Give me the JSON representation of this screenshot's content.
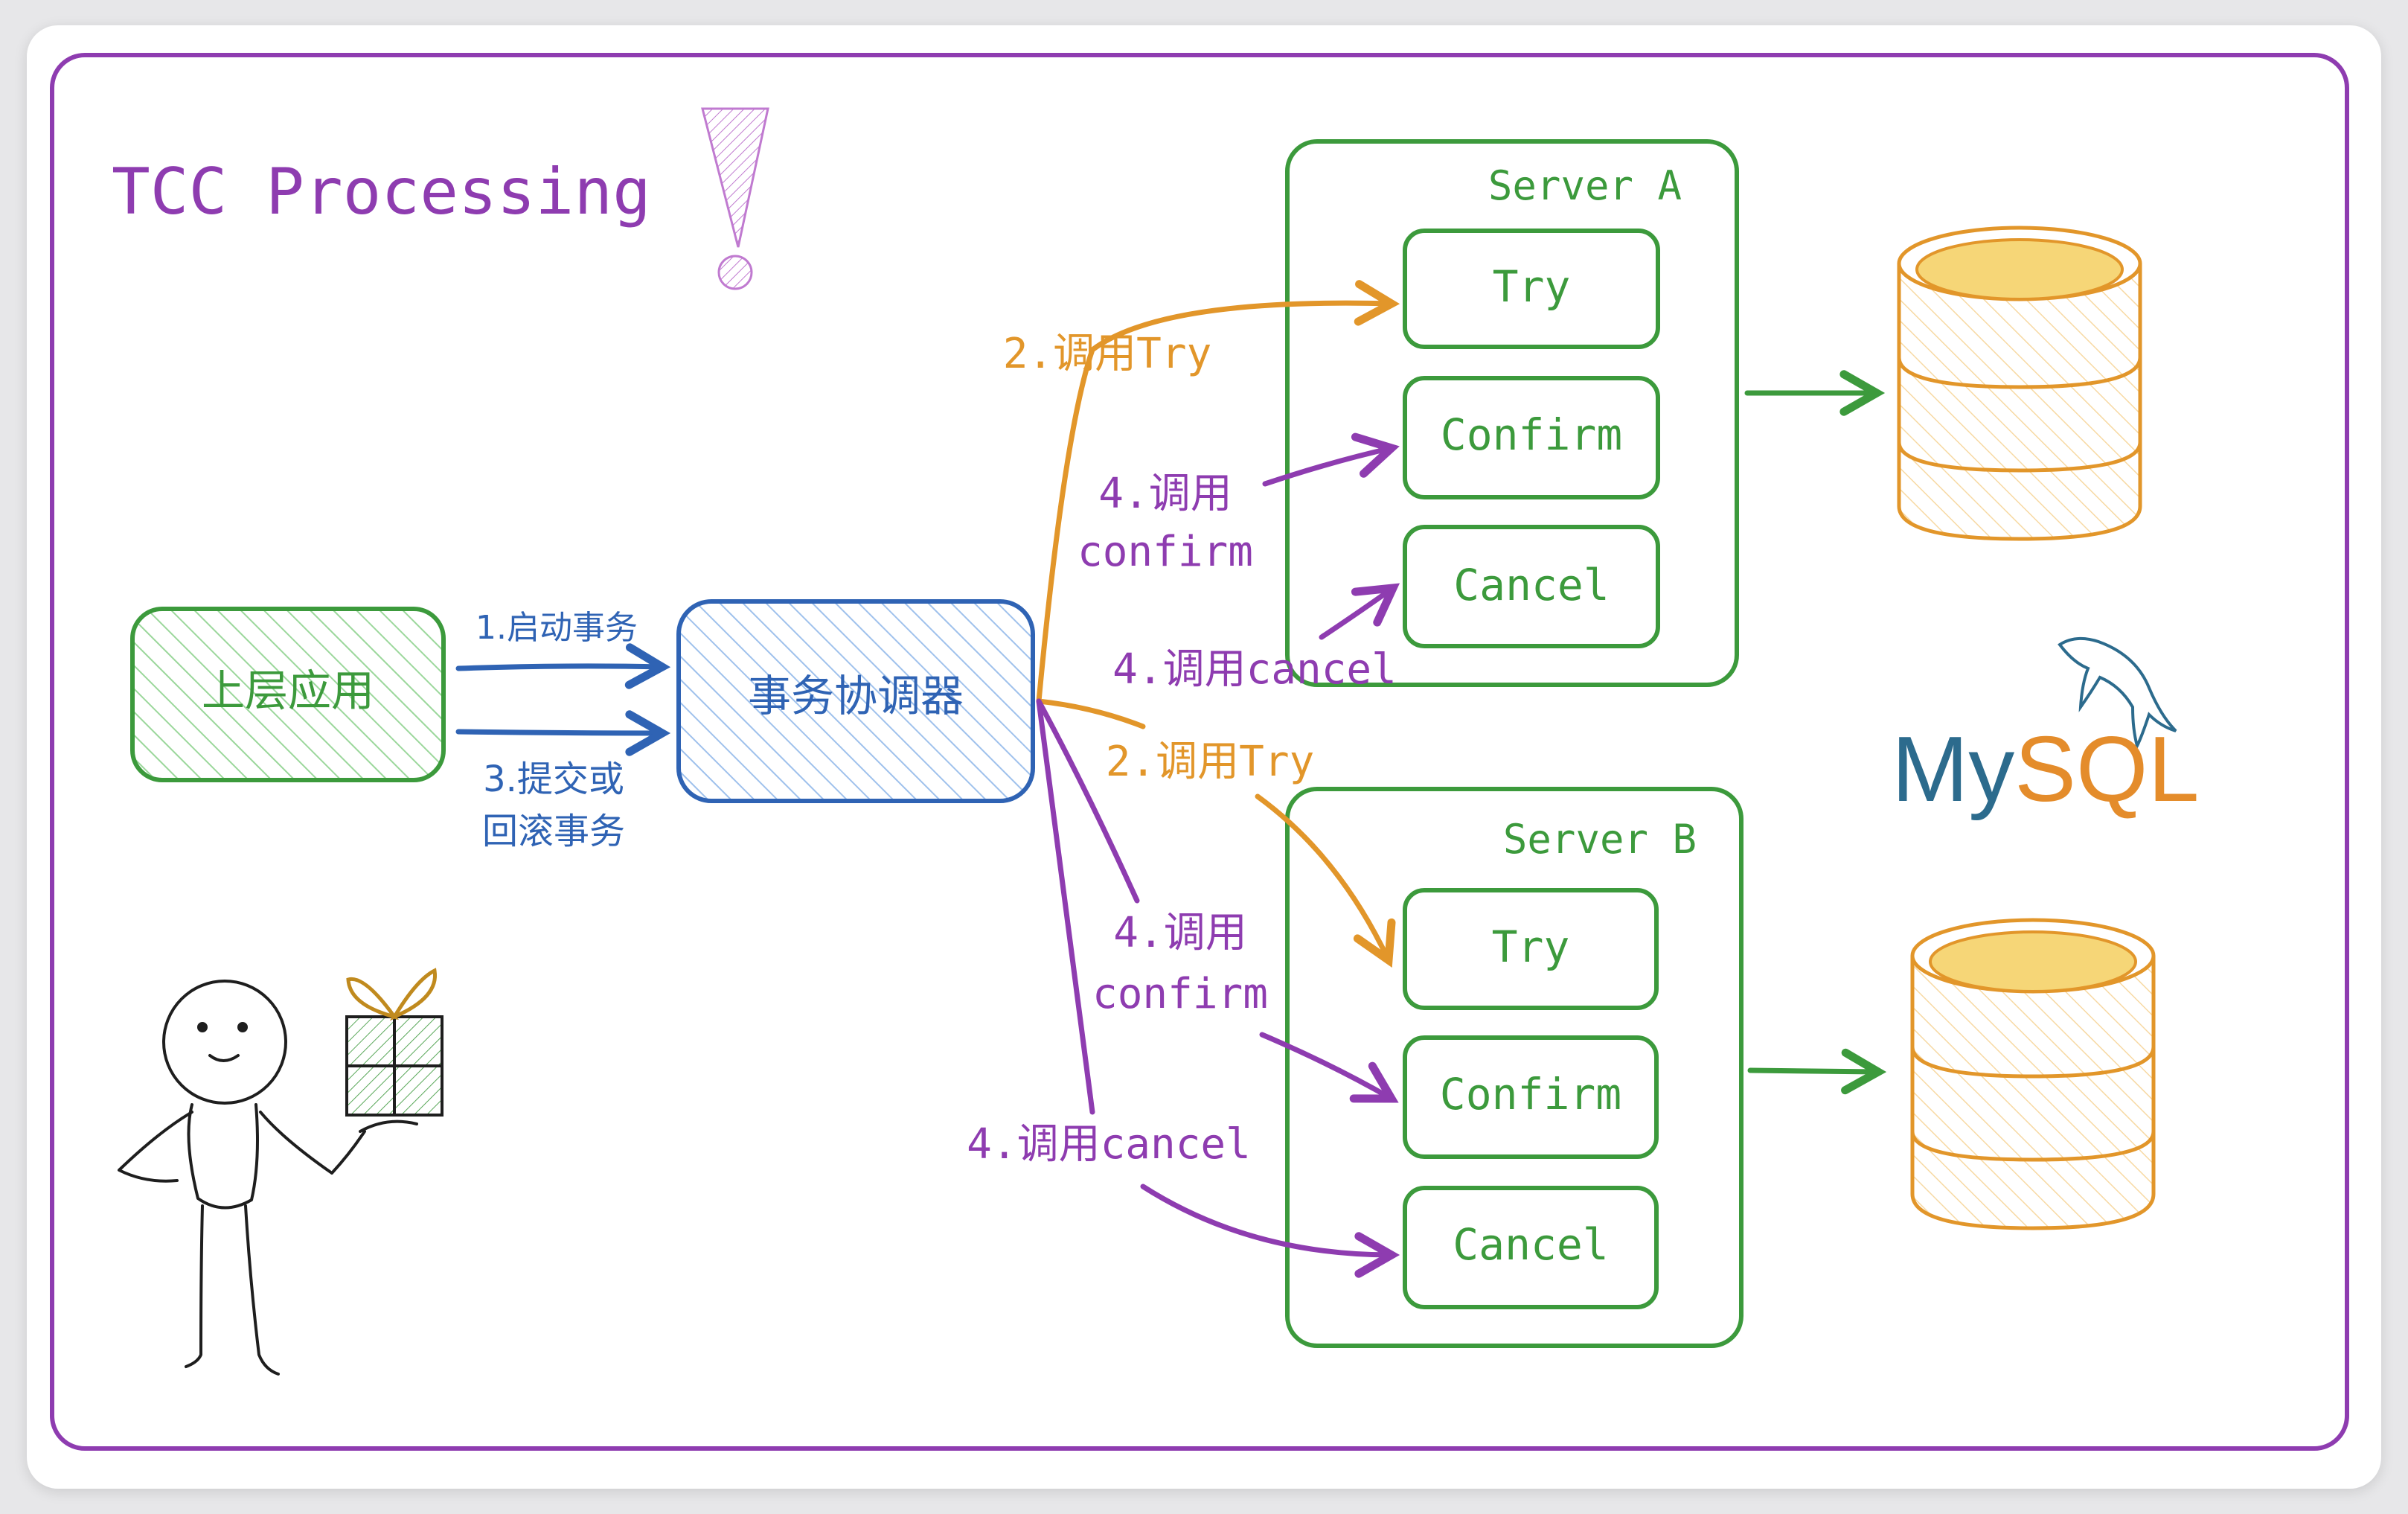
{
  "title": "TCC Processing",
  "colors": {
    "frame": "#8e3cb0",
    "green": "#3c9a3c",
    "blue": "#2f63b4",
    "orange": "#e2962a",
    "purple": "#8e3cb0",
    "db_fill": "#f6d677",
    "mysql_blue": "#2c6b8d",
    "mysql_orange": "#e48c2b"
  },
  "app": {
    "label": "上层应用"
  },
  "coordinator": {
    "label": "事务协调器"
  },
  "app_arrows": {
    "start": "1.启动事务",
    "commit_line1": "3.提交或",
    "commit_line2": "回滚事务"
  },
  "server_a": {
    "title": "Server A",
    "try": "Try",
    "confirm": "Confirm",
    "cancel": "Cancel",
    "call_try": "2.调用Try",
    "call_confirm_line1": "4.调用",
    "call_confirm_line2": "confirm",
    "call_cancel": "4.调用cancel"
  },
  "server_b": {
    "title": "Server B",
    "try": "Try",
    "confirm": "Confirm",
    "cancel": "Cancel",
    "call_try": "2.调用Try",
    "call_confirm_line1": "4.调用",
    "call_confirm_line2": "confirm",
    "call_cancel": "4.调用cancel"
  },
  "mysql": {
    "logo_text_my": "My",
    "logo_text_sql": "SQL"
  }
}
